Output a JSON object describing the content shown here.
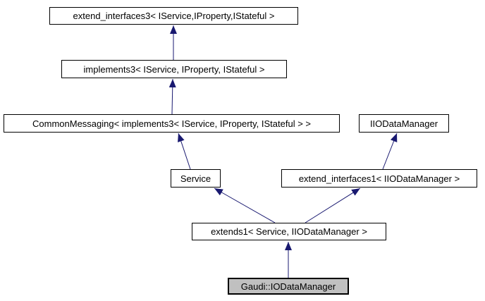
{
  "diagram": {
    "type": "class-inheritance-graph",
    "highlighted_node": "Gaudi::IODataManager",
    "nodes": [
      {
        "id": "extend_interfaces3",
        "label": "extend_interfaces3< IService,IProperty,IStateful >",
        "highlighted": false
      },
      {
        "id": "implements3",
        "label": "implements3< IService, IProperty, IStateful >",
        "highlighted": false
      },
      {
        "id": "CommonMessaging",
        "label": "CommonMessaging< implements3< IService, IProperty, IStateful > >",
        "highlighted": false
      },
      {
        "id": "IIODataManager",
        "label": "IIODataManager",
        "highlighted": false
      },
      {
        "id": "Service",
        "label": "Service",
        "highlighted": false
      },
      {
        "id": "extend_interfaces1",
        "label": "extend_interfaces1< IIODataManager >",
        "highlighted": false
      },
      {
        "id": "extends1",
        "label": "extends1< Service, IIODataManager >",
        "highlighted": false
      },
      {
        "id": "Gaudi::IODataManager",
        "label": "Gaudi::IODataManager",
        "highlighted": true
      }
    ],
    "edges": [
      {
        "from": "implements3",
        "to": "extend_interfaces3"
      },
      {
        "from": "CommonMessaging",
        "to": "implements3"
      },
      {
        "from": "Service",
        "to": "CommonMessaging"
      },
      {
        "from": "extend_interfaces1",
        "to": "IIODataManager"
      },
      {
        "from": "extends1",
        "to": "Service"
      },
      {
        "from": "extends1",
        "to": "extend_interfaces1"
      },
      {
        "from": "Gaudi::IODataManager",
        "to": "extends1"
      }
    ],
    "colors": {
      "arrow": "#191970",
      "node_border": "#000000",
      "node_fill": "#ffffff",
      "highlight_fill": "#c0c0c0",
      "text": "#000000",
      "background": "#ffffff"
    }
  }
}
